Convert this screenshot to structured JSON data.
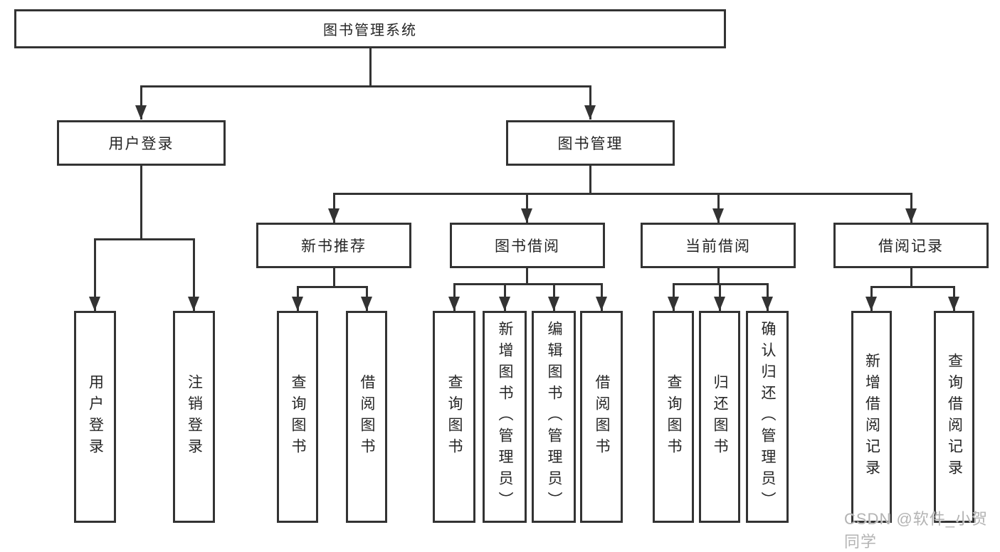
{
  "diagram": {
    "root": {
      "label": "图书管理系统"
    },
    "branches": [
      {
        "label": "用户登录",
        "children": [
          {
            "label": "用户登录"
          },
          {
            "label": "注销登录"
          }
        ]
      },
      {
        "label": "图书管理",
        "children": [
          {
            "label": "新书推荐",
            "children": [
              {
                "label": "查询图书"
              },
              {
                "label": "借阅图书"
              }
            ]
          },
          {
            "label": "图书借阅",
            "children": [
              {
                "label": "查询图书"
              },
              {
                "label": "新增图书（管理员）"
              },
              {
                "label": "编辑图书（管理员）"
              },
              {
                "label": "借阅图书"
              }
            ]
          },
          {
            "label": "当前借阅",
            "children": [
              {
                "label": "查询图书"
              },
              {
                "label": "归还图书"
              },
              {
                "label": "确认归还（管理员）"
              }
            ]
          },
          {
            "label": "借阅记录",
            "children": [
              {
                "label": "新增借阅记录"
              },
              {
                "label": "查询借阅记录"
              }
            ]
          }
        ]
      }
    ]
  },
  "watermark": {
    "text": "CSDN @软件_小贺同学"
  },
  "colors": {
    "line": "#333333",
    "box_bg": "#ffffff",
    "text": "#262626",
    "watermark": "#b3b3b3"
  }
}
